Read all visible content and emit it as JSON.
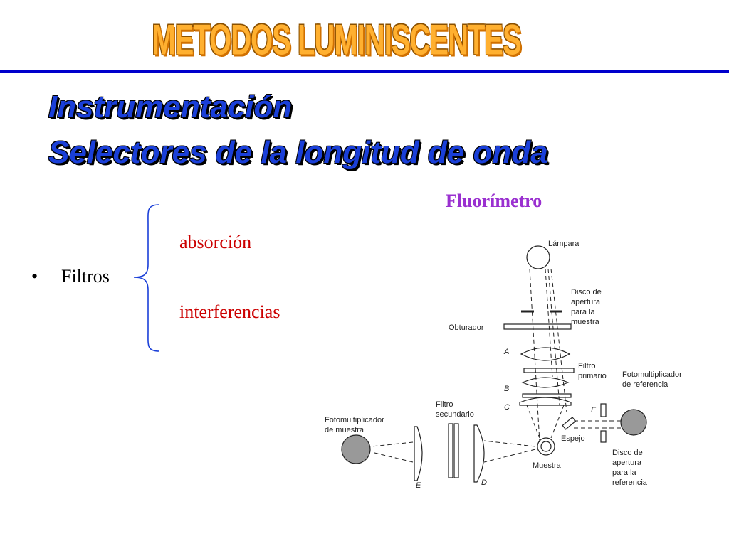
{
  "slide": {
    "title": "METODOS LUMINISCENTES",
    "heading_line1": "Instrumentación",
    "heading_line2": "Selectores de la longitud de onda",
    "diagram_title": "Fluorímetro"
  },
  "bullet": {
    "marker": "•",
    "label": "Filtros",
    "options": [
      "absorción",
      "interferencias"
    ]
  },
  "diagram": {
    "labels": {
      "lamp": "Lámpara",
      "disc_sample_1": "Disco de",
      "disc_sample_2": "apertura",
      "disc_sample_3": "para la",
      "disc_sample_4": "muestra",
      "shutter": "Obturador",
      "filter_primary_1": "Filtro",
      "filter_primary_2": "primario",
      "pmt_ref_1": "Fotomultiplicador",
      "pmt_ref_2": "de referencia",
      "filter_secondary_1": "Filtro",
      "filter_secondary_2": "secundario",
      "pmt_sample_1": "Fotomultiplicador",
      "pmt_sample_2": "de muestra",
      "mirror": "Espejo",
      "sample": "Muestra",
      "disc_ref_1": "Disco de",
      "disc_ref_2": "apertura",
      "disc_ref_3": "para la",
      "disc_ref_4": "referencia",
      "A": "A",
      "B": "B",
      "C": "C",
      "D": "D",
      "E": "E",
      "F": "F"
    }
  }
}
